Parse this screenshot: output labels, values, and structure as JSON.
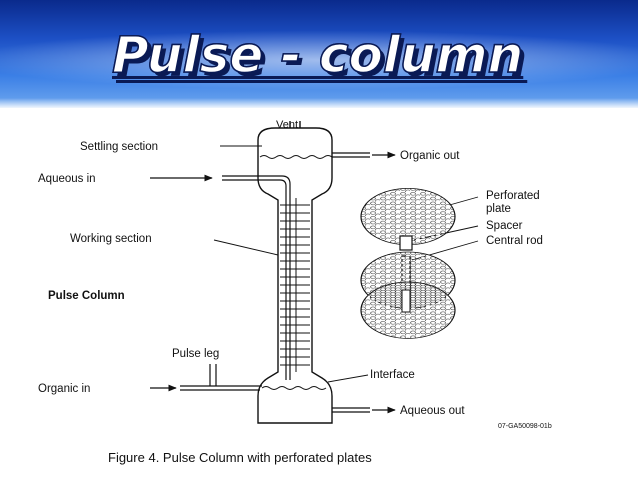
{
  "slide": {
    "title": "Pulse - column"
  },
  "figure": {
    "labels": {
      "vent": "Vent",
      "settling_section": "Settling section",
      "organic_out": "Organic out",
      "aqueous_in": "Aqueous in",
      "perforated_plate_line1": "Perforated",
      "perforated_plate_line2": "plate",
      "spacer": "Spacer",
      "central_rod": "Central rod",
      "working_section": "Working section",
      "pulse_column": "Pulse Column",
      "pulse_leg": "Pulse leg",
      "interface": "Interface",
      "organic_in": "Organic in",
      "aqueous_out": "Aqueous out",
      "figure_id": "07-GA50098-01b"
    },
    "caption": "Figure 4.  Pulse Column with perforated plates"
  }
}
